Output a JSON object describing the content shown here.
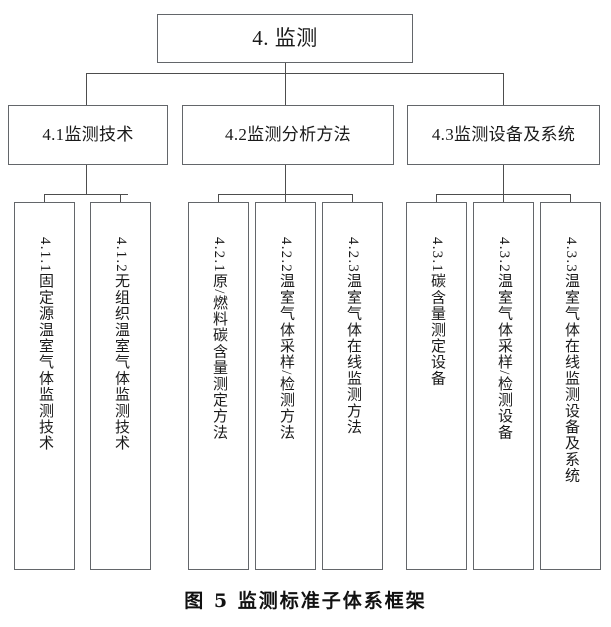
{
  "figure": {
    "caption": "图 5 监测标准子体系框架",
    "root": {
      "label": "4. 监测"
    },
    "branches": [
      {
        "label": "4.1监测技术",
        "children": [
          {
            "label": "4.1.1固定源温室气体监测技术"
          },
          {
            "label": "4.1.2无组织温室气体监测技术"
          }
        ]
      },
      {
        "label": "4.2监测分析方法",
        "children": [
          {
            "label": "4.2.1原/燃料碳含量测定方法"
          },
          {
            "label": "4.2.2温室气体采样/检测方法"
          },
          {
            "label": "4.2.3温室气体在线监测方法"
          }
        ]
      },
      {
        "label": "4.3监测设备及系统",
        "children": [
          {
            "label": "4.3.1碳含量测定设备"
          },
          {
            "label": "4.3.2温室气体采样/检测设备"
          },
          {
            "label": "4.3.3温室气体在线监测设备及系统"
          }
        ]
      }
    ]
  },
  "style": {
    "border_color": "#63666a",
    "line_color": "#4d4d4d",
    "text_color": "#1a1a1a",
    "background": "#ffffff"
  }
}
